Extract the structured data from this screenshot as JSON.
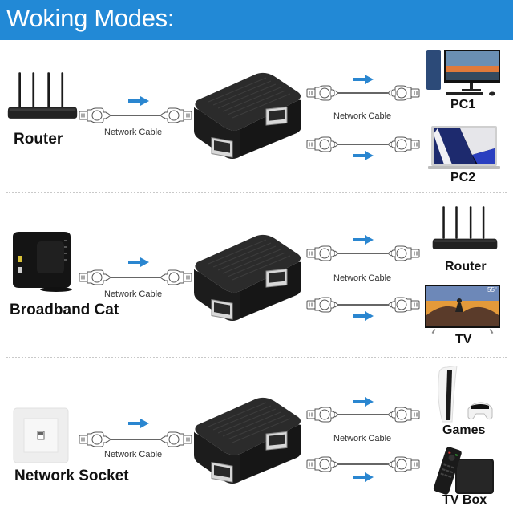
{
  "header": {
    "title": "Woking Modes:",
    "color": "#2289d6"
  },
  "accent_arrow_color": "#2a86d0",
  "sections": [
    {
      "source": {
        "label": "Router",
        "icon": "router-icon"
      },
      "input_cable_label": "Network Cable",
      "output_cable_label": "Network Cable",
      "outputs": [
        {
          "label": "PC1",
          "icon": "desktop-pc-icon"
        },
        {
          "label": "PC2",
          "icon": "laptop-icon"
        }
      ]
    },
    {
      "source": {
        "label": "Broadband Cat",
        "icon": "modem-icon"
      },
      "input_cable_label": "Network Cable",
      "output_cable_label": "Network Cable",
      "outputs": [
        {
          "label": "Router",
          "icon": "router-icon"
        },
        {
          "label": "TV",
          "icon": "tv-icon",
          "badge": "55\""
        }
      ]
    },
    {
      "source": {
        "label": "Network Socket",
        "icon": "wall-socket-icon"
      },
      "input_cable_label": "Network Cable",
      "output_cable_label": "Network Cable",
      "outputs": [
        {
          "label": "Games",
          "icon": "game-console-icon"
        },
        {
          "label": "TV Box",
          "icon": "tv-box-icon"
        }
      ]
    }
  ]
}
